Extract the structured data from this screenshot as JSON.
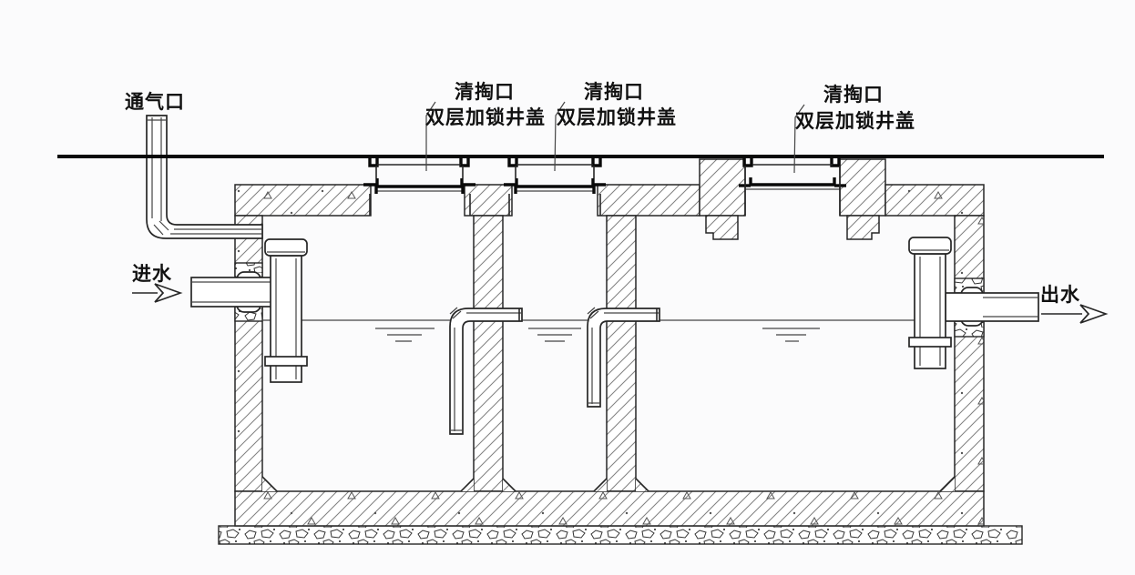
{
  "diagram": {
    "labels": {
      "vent": "通气口",
      "inlet": "进水",
      "outlet": "出水",
      "manholes": [
        {
          "line1": "清掏口",
          "line2": "双层加锁井盖"
        },
        {
          "line1": "清掏口",
          "line2": "双层加锁井盖"
        },
        {
          "line1": "清掏口",
          "line2": "双层加锁井盖"
        }
      ]
    },
    "colors": {
      "line": "#262626",
      "thick_line": "#0a0a0a",
      "hatch": "#808080",
      "background": "#fbfbfc"
    }
  }
}
